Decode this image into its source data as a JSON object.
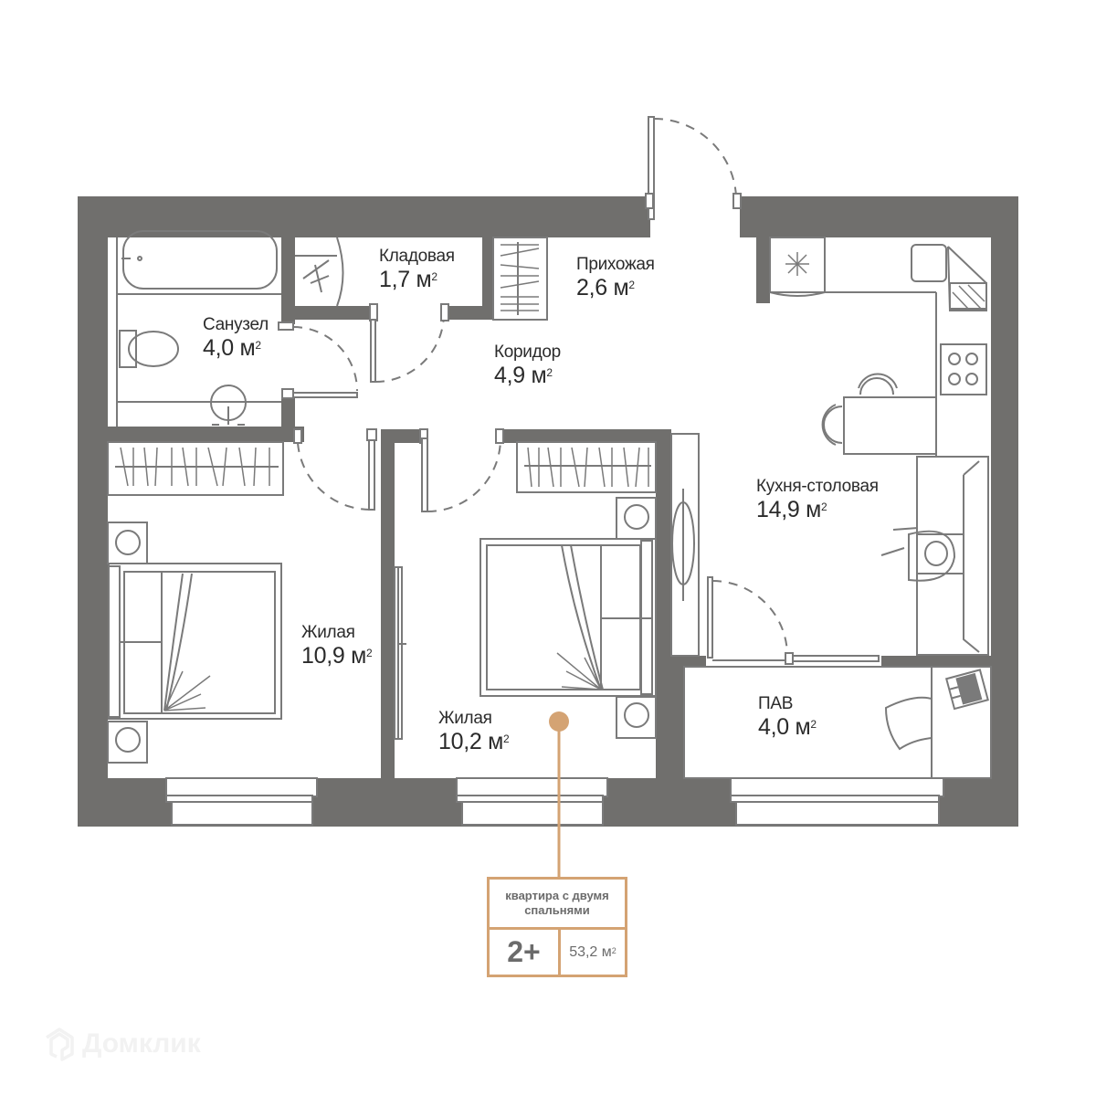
{
  "plan": {
    "rooms": [
      {
        "id": "sanuzel",
        "name": "Санузел",
        "area": "4,0 м",
        "unit_sup": "2"
      },
      {
        "id": "kladovaya",
        "name": "Кладовая",
        "area": "1,7 м",
        "unit_sup": "2"
      },
      {
        "id": "prihozhaya",
        "name": "Прихожая",
        "area": "2,6 м",
        "unit_sup": "2"
      },
      {
        "id": "koridor",
        "name": "Коридор",
        "area": "4,9 м",
        "unit_sup": "2"
      },
      {
        "id": "kuhnya",
        "name": "Кухня-столовая",
        "area": "14,9 м",
        "unit_sup": "2"
      },
      {
        "id": "zhilaya1",
        "name": "Жилая",
        "area": "10,9 м",
        "unit_sup": "2"
      },
      {
        "id": "zhilaya2",
        "name": "Жилая",
        "area": "10,2 м",
        "unit_sup": "2"
      },
      {
        "id": "pav",
        "name": "ПАВ",
        "area": "4,0 м",
        "unit_sup": "2"
      }
    ]
  },
  "summary_card": {
    "title": "квартира с двумя спальнями",
    "type": "2+",
    "total_area": "53,2 м",
    "unit_sup": "2",
    "accent_color": "#d4a373"
  },
  "colors": {
    "wall": "#706f6d",
    "line": "#7a7a7a",
    "accent": "#d4a373"
  },
  "watermark": {
    "logo_icon": "domclick-house-icon",
    "text": "Домклик"
  }
}
